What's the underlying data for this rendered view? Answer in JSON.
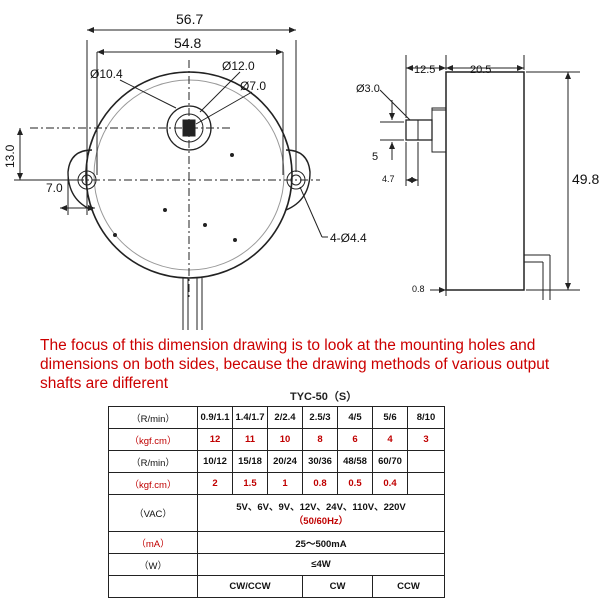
{
  "front_view": {
    "width_outer": "56.7",
    "width_inner": "54.8",
    "dia_boss": "Ø10.4",
    "dia_hub": "Ø12.0",
    "dia_shaft": "Ø7.0",
    "height_offset": "13.0",
    "lug_offset": "7.0",
    "mount_holes": "4-Ø4.4"
  },
  "side_view": {
    "shaft_len": "12.5",
    "body_depth": "20.5",
    "shaft_dia": "Ø3.0",
    "flat": "5",
    "tip": "4.7",
    "height": "49.8",
    "plate": "0.8"
  },
  "note": "The focus of this dimension drawing is to look at the mounting holes and dimensions on both sides, because the drawing methods of various output shafts are different",
  "table": {
    "title": "TYC-50（S）",
    "rows": [
      {
        "label": "（R/min）",
        "red": false,
        "cells": [
          "0.9/1.1",
          "1.4/1.7",
          "2/2.4",
          "2.5/3",
          "4/5",
          "5/6",
          "8/10"
        ]
      },
      {
        "label": "（kgf.cm）",
        "red": true,
        "cells": [
          "12",
          "11",
          "10",
          "8",
          "6",
          "4",
          "3"
        ]
      },
      {
        "label": "（R/min）",
        "red": false,
        "cells": [
          "10/12",
          "15/18",
          "20/24",
          "30/36",
          "48/58",
          "60/70",
          ""
        ]
      },
      {
        "label": "（kgf.cm）",
        "red": true,
        "cells": [
          "2",
          "1.5",
          "1",
          "0.8",
          "0.5",
          "0.4",
          ""
        ]
      }
    ],
    "vac_label": "（VAC）",
    "vac_value": "5V、6V、9V、12V、24V、110V、220V",
    "vac_freq": "（50/60Hz）",
    "ma_label": "（mA）",
    "ma_value": "25～500mA",
    "w_label": "（W）",
    "w_value": "≤4W",
    "dir_cwccw": "CW/CCW",
    "dir_cw": "CW",
    "dir_ccw": "CCW"
  }
}
